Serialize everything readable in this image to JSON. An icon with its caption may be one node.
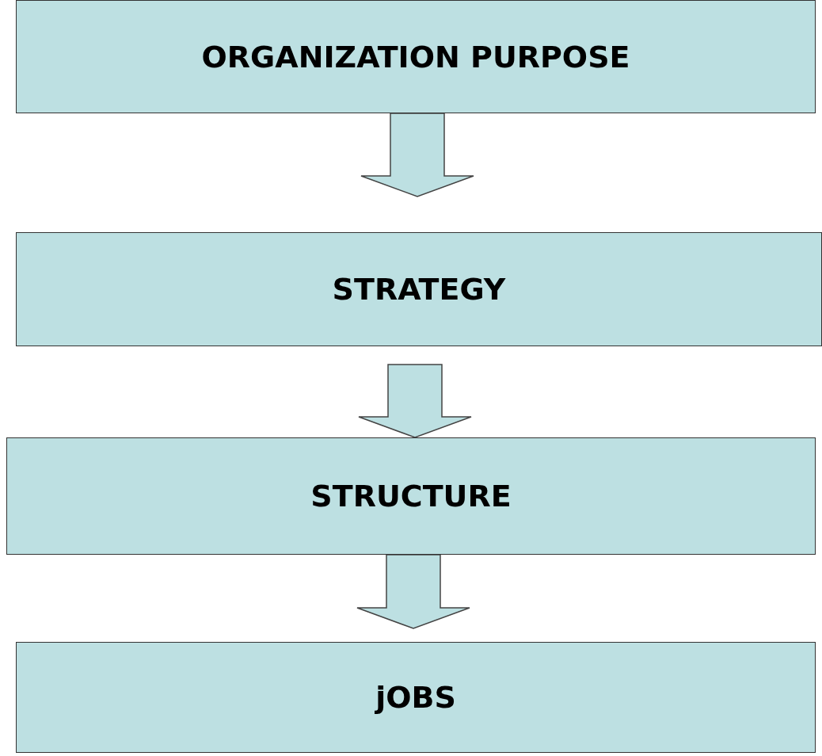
{
  "diagram": {
    "nodes": [
      {
        "text": [
          "ORGANIZATION PURPOSE"
        ]
      },
      {
        "text": [
          "STRATEGY"
        ]
      },
      {
        "text": [
          "STRUCTURE"
        ]
      },
      {
        "text": [
          "jOBS"
        ]
      }
    ],
    "edges": [
      {
        "from": 0,
        "to": 1,
        "arrow": "to"
      },
      {
        "from": 1,
        "to": 2,
        "arrow": "to"
      },
      {
        "from": 2,
        "to": 3,
        "arrow": "to"
      }
    ]
  }
}
